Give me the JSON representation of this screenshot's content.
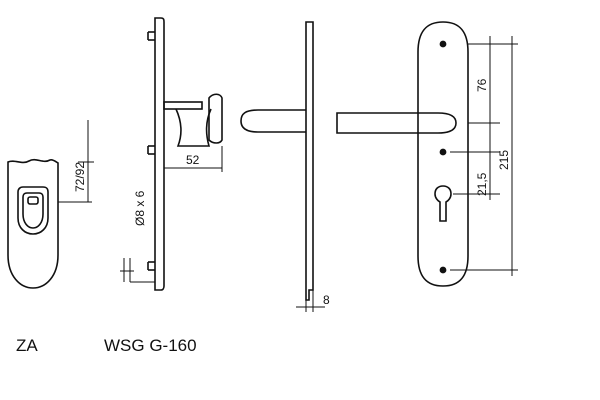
{
  "captions": {
    "left": "ZA",
    "right": "WSG G-160"
  },
  "dimensions": {
    "top_height": "72/92",
    "projection": "52",
    "square": "Ø8 x 6",
    "thickness": "8",
    "upper": "76",
    "lower": "21,5",
    "total": "215"
  },
  "colors": {
    "line": "#111111",
    "background": "#ffffff"
  }
}
